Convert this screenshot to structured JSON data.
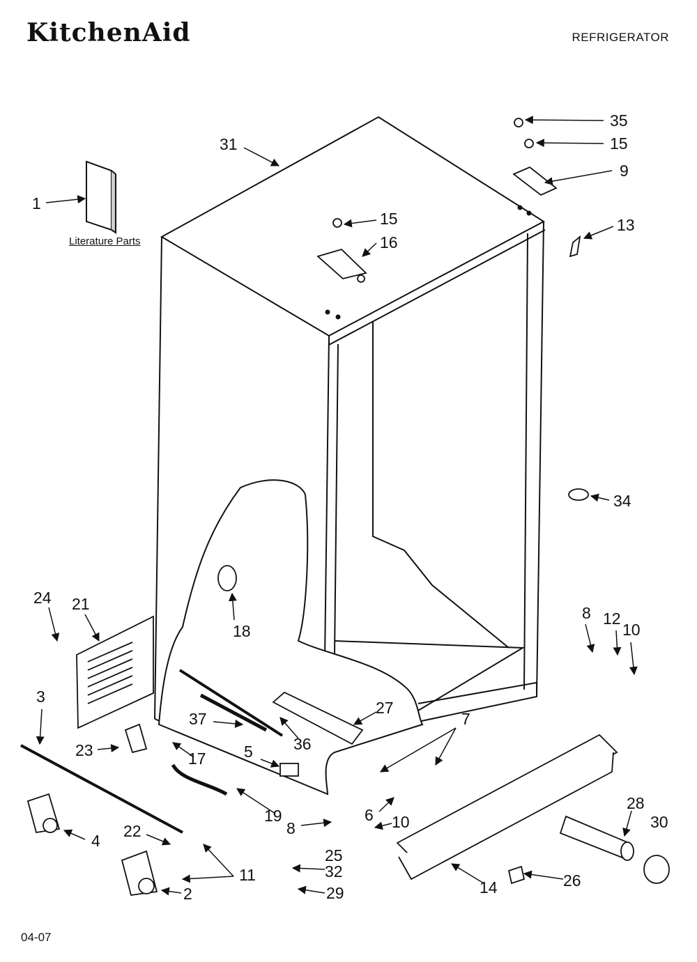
{
  "header": {
    "brand": "KitchenAid",
    "title": "REFRIGERATOR"
  },
  "footer": {
    "code": "04-07"
  },
  "literature_label": "Literature Parts",
  "callouts": [
    {
      "id": "c1",
      "label": "1"
    },
    {
      "id": "c2",
      "label": "2"
    },
    {
      "id": "c3",
      "label": "3"
    },
    {
      "id": "c4",
      "label": "4"
    },
    {
      "id": "c5",
      "label": "5"
    },
    {
      "id": "c6",
      "label": "6"
    },
    {
      "id": "c7",
      "label": "7"
    },
    {
      "id": "c8a",
      "label": "8"
    },
    {
      "id": "c8b",
      "label": "8"
    },
    {
      "id": "c9",
      "label": "9"
    },
    {
      "id": "c10a",
      "label": "10"
    },
    {
      "id": "c10b",
      "label": "10"
    },
    {
      "id": "c11",
      "label": "11"
    },
    {
      "id": "c12",
      "label": "12"
    },
    {
      "id": "c13",
      "label": "13"
    },
    {
      "id": "c14",
      "label": "14"
    },
    {
      "id": "c15a",
      "label": "15"
    },
    {
      "id": "c15b",
      "label": "15"
    },
    {
      "id": "c16",
      "label": "16"
    },
    {
      "id": "c17",
      "label": "17"
    },
    {
      "id": "c18",
      "label": "18"
    },
    {
      "id": "c19",
      "label": "19"
    },
    {
      "id": "c21",
      "label": "21"
    },
    {
      "id": "c22",
      "label": "22"
    },
    {
      "id": "c23",
      "label": "23"
    },
    {
      "id": "c24",
      "label": "24"
    },
    {
      "id": "c25",
      "label": "25"
    },
    {
      "id": "c26",
      "label": "26"
    },
    {
      "id": "c27",
      "label": "27"
    },
    {
      "id": "c28",
      "label": "28"
    },
    {
      "id": "c29",
      "label": "29"
    },
    {
      "id": "c30",
      "label": "30"
    },
    {
      "id": "c31",
      "label": "31"
    },
    {
      "id": "c32",
      "label": "32"
    },
    {
      "id": "c34",
      "label": "34"
    },
    {
      "id": "c35",
      "label": "35"
    },
    {
      "id": "c36",
      "label": "36"
    },
    {
      "id": "c37",
      "label": "37"
    }
  ]
}
